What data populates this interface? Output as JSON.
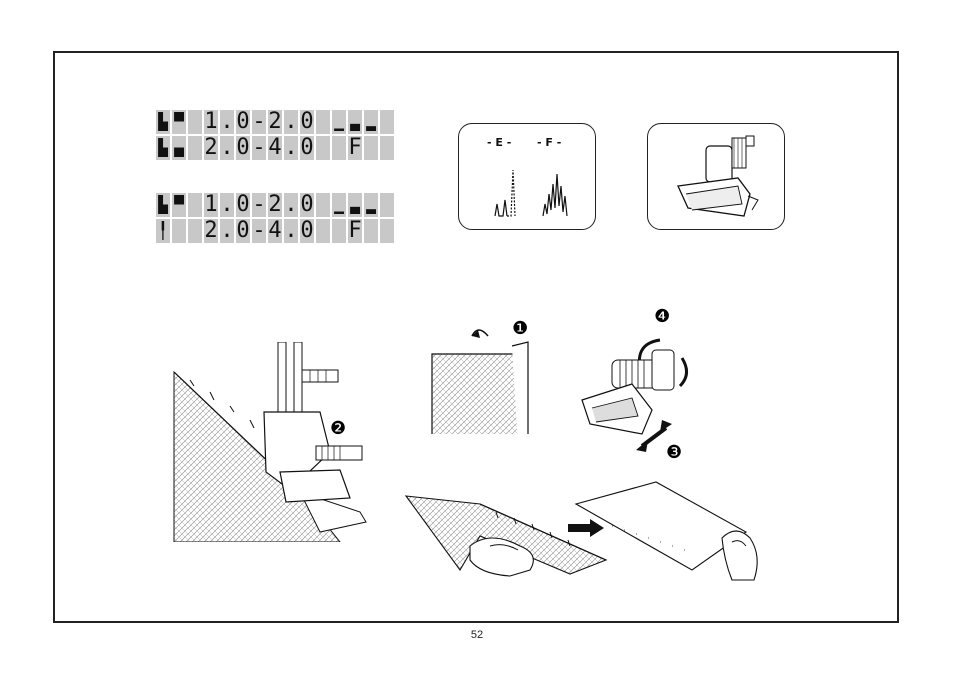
{
  "lcd_displays": [
    {
      "rows": [
        {
          "icon": "▄▀",
          "text": " 1.0-2.0 ",
          "suffix": "▄▄▅"
        },
        {
          "icon": "▙▄",
          "text": " 2.0-4.0 ",
          "suffix": " F "
        }
      ]
    },
    {
      "rows": [
        {
          "icon": "▄▀",
          "text": " 1.0-2.0 ",
          "suffix": "▄▄▅"
        },
        {
          "icon": " │",
          "text": " 2.0-4.0 ",
          "suffix": " F "
        }
      ]
    }
  ],
  "stitch_box": {
    "label_e": "- E -",
    "label_f": "- F -"
  },
  "step_markers": [
    "❶",
    "❷",
    "❸",
    "❹"
  ],
  "page_number": "52"
}
